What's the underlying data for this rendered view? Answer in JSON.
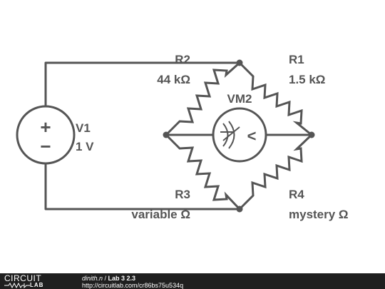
{
  "components": {
    "V1": {
      "name": "V1",
      "value": "1 V"
    },
    "R1": {
      "name": "R1",
      "value": "1.5 kΩ"
    },
    "R2": {
      "name": "R2",
      "value": "44 kΩ"
    },
    "R3": {
      "name": "R3",
      "value": "variable Ω"
    },
    "R4": {
      "name": "R4",
      "value": "mystery Ω"
    },
    "VM2": {
      "name": "VM2"
    }
  },
  "symbols": {
    "plus": "+",
    "minus": "−",
    "meter_arrow": "<"
  },
  "footer": {
    "logo_top": "CIRCUIT",
    "logo_bottom": "LAB",
    "author": "dinith.n",
    "separator": " / ",
    "title": "Lab 3 2.3",
    "url": "http://circuitlab.com/cr86bs75u534q"
  },
  "colors": {
    "ink": "#555555",
    "footer_bg": "#1f1f1f",
    "background": "#ffffff"
  }
}
